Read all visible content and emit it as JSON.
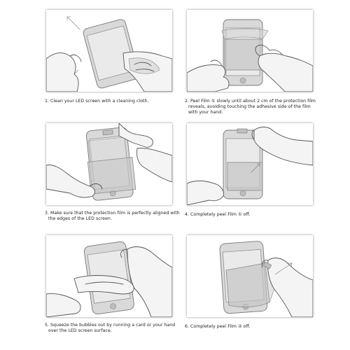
{
  "steps": [
    {
      "lines": [
        "1. Clean your LED screen with a cleaning cloth."
      ]
    },
    {
      "lines": [
        "2. Peel Film ① slowly until about 2 cm of the protection film",
        "reveals, avoiding touching the adhesive side of the film",
        "with your hand."
      ]
    },
    {
      "lines": [
        "3. Make sure that the protection film is perfectly aligned with",
        "the edges of the LED screen."
      ]
    },
    {
      "lines": [
        "4. Completely peel Film ① off."
      ]
    },
    {
      "lines": [
        "5. Squeeze the bubbles out by running a card or your hand",
        "over the LED screen surface."
      ]
    },
    {
      "lines": [
        "6. Completely peel Film ② off."
      ]
    }
  ],
  "film_labels": {
    "film1": "①",
    "film2": "②"
  }
}
